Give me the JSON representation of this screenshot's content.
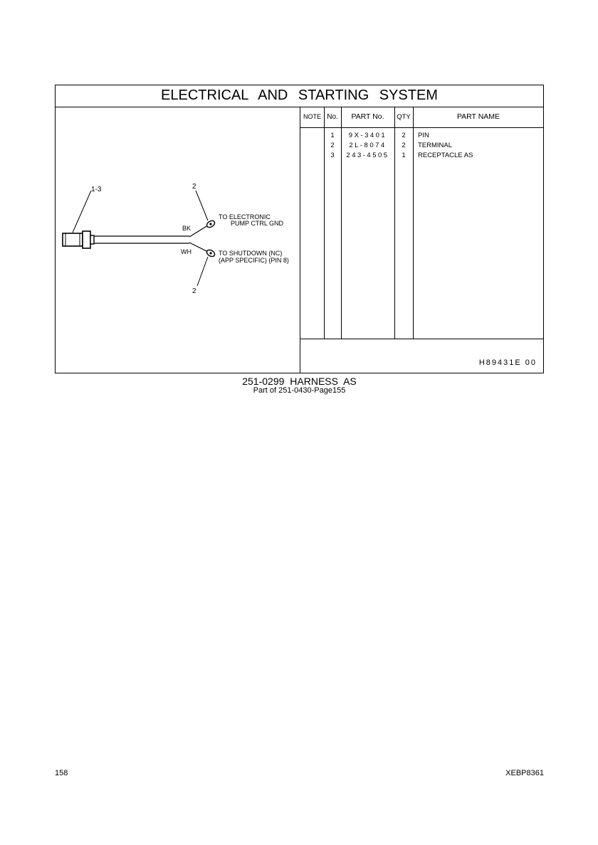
{
  "section_title": "ELECTRICAL AND STARTING SYSTEM",
  "table": {
    "headers": {
      "note": "NOTE",
      "no": "No.",
      "part_no": "PART No.",
      "qty": "QTY",
      "part_name": "PART NAME"
    },
    "rows": [
      {
        "no": "1",
        "part_no": "9X-3401",
        "qty": "2",
        "part_name": "PIN"
      },
      {
        "no": "2",
        "part_no": "2L-8074",
        "qty": "2",
        "part_name": "TERMINAL"
      },
      {
        "no": "3",
        "part_no": "243-4505",
        "qty": "1",
        "part_name": "RECEPTACLE AS"
      }
    ]
  },
  "illustration_code": "H89431E 00",
  "diagram": {
    "callout_connector": "1-3",
    "callout_terminal_top": "2",
    "callout_terminal_bottom": "2",
    "wire_bk": "BK",
    "wire_wh": "WH",
    "dest_top_line1": "TO ELECTRONIC",
    "dest_top_line2": "PUMP CTRL GND",
    "dest_bottom_line1": "TO SHUTDOWN (NC)",
    "dest_bottom_line2": "(APP SPECIFIC) (PIN 8)"
  },
  "caption": {
    "title": "251-0299 HARNESS AS",
    "subtitle": "Part of 251-0430-Page155"
  },
  "page_number": "158",
  "doc_code": "XEBP8361"
}
